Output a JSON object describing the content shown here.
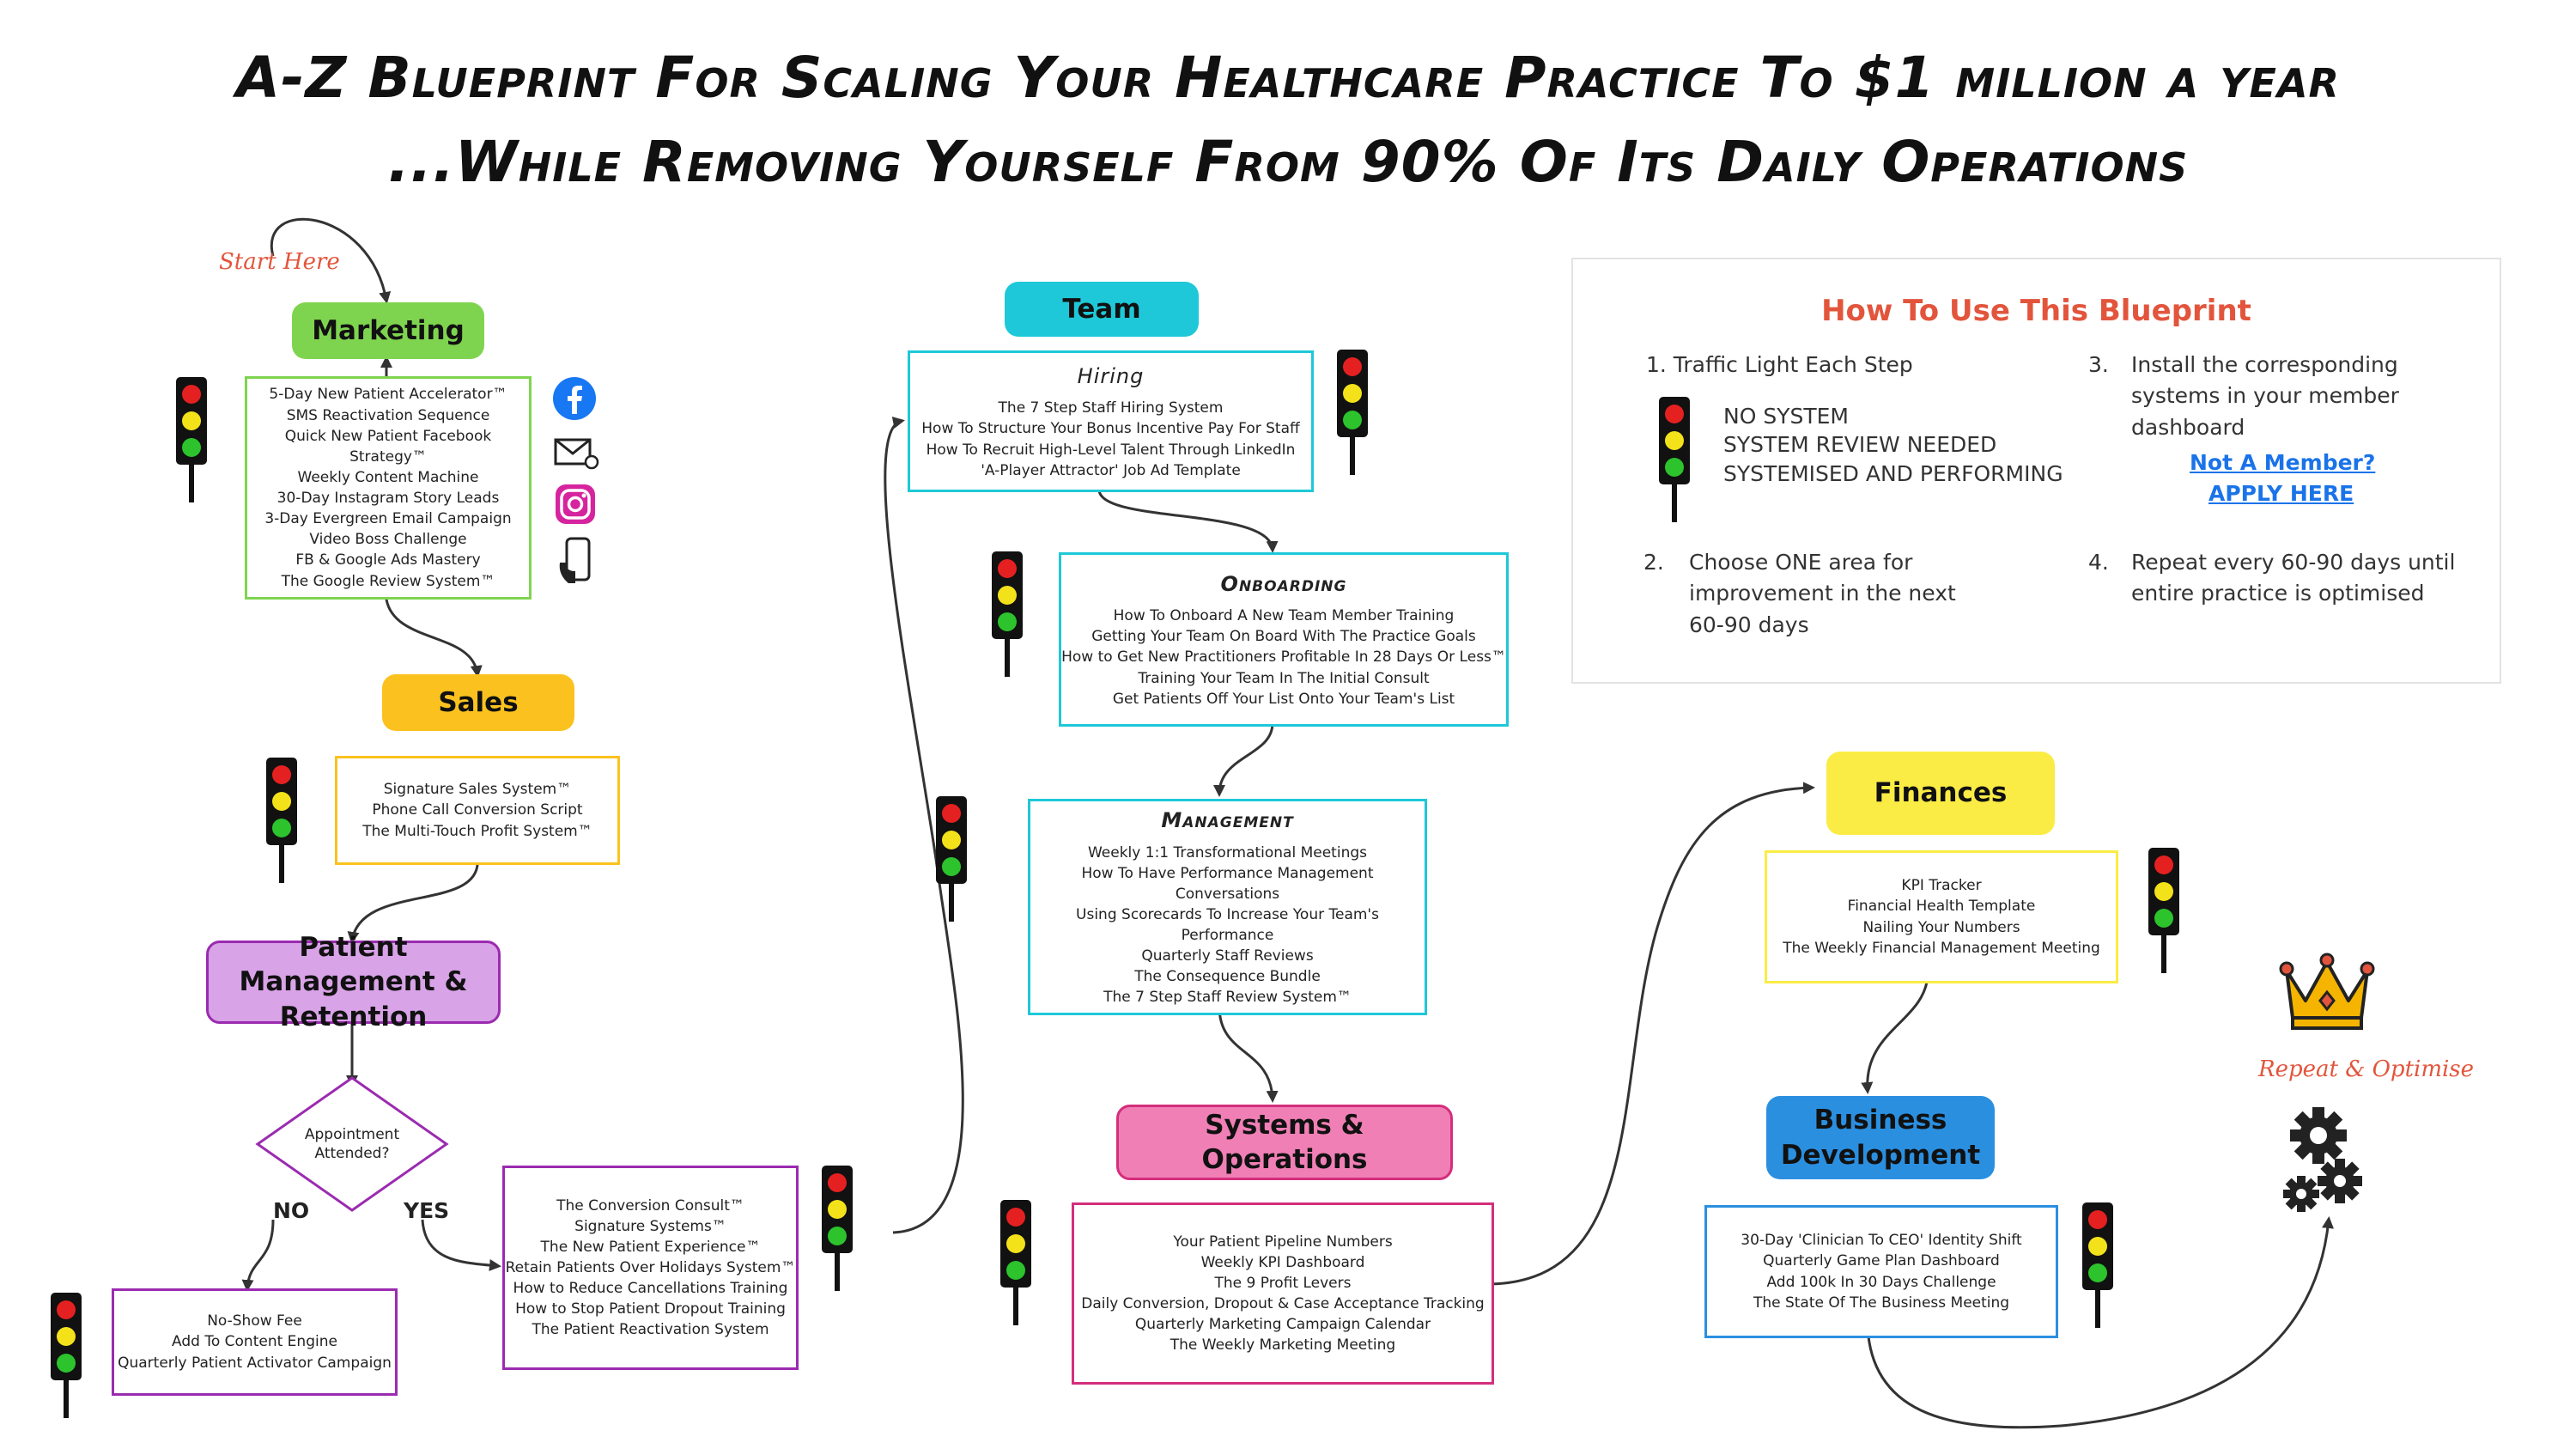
{
  "title": {
    "line1": "A-Z Blueprint For Scaling Your Healthcare Practice To $1 million a year",
    "line2": "...While Removing Yourself From 90% Of Its Daily Operations"
  },
  "annotations": {
    "start_here": "Start Here",
    "repeat_optimise": "Repeat & Optimise"
  },
  "colors": {
    "marketing": "#7fd44f",
    "sales": "#fbc21f",
    "patient": "#d9a3e8",
    "patient_border": "#9b2bb0",
    "team": "#1ec8d8",
    "systems": "#f07fb5",
    "systems_border": "#d42e7c",
    "finances": "#faec45",
    "bizdev": "#2b8fe0",
    "accent": "#e2553c",
    "link": "#1a73e8"
  },
  "marketing": {
    "label": "Marketing",
    "items": [
      "5-Day New Patient Accelerator™",
      "SMS Reactivation Sequence",
      "Quick New Patient Facebook Strategy™",
      "Weekly Content Machine",
      "30-Day Instagram Story Leads",
      "3-Day Evergreen Email Campaign",
      "Video Boss Challenge",
      "FB & Google Ads Mastery",
      "The Google Review System™"
    ],
    "icons": [
      "facebook-icon",
      "email-icon",
      "instagram-icon",
      "phone-icon"
    ]
  },
  "sales": {
    "label": "Sales",
    "items": [
      "Signature Sales System™",
      "Phone Call Conversion Script",
      "The Multi-Touch Profit System™"
    ]
  },
  "patient": {
    "label": "Patient Management & Retention",
    "decision": "Appointment Attended?",
    "no": "NO",
    "yes": "YES",
    "no_items": [
      "No-Show Fee",
      "Add To Content Engine",
      "Quarterly Patient Activator Campaign"
    ],
    "yes_items": [
      "The Conversion Consult™",
      "Signature Systems™",
      "The New Patient Experience™",
      "Retain Patients Over Holidays System™",
      "How to Reduce Cancellations Training",
      "How to Stop Patient Dropout Training",
      "The Patient Reactivation System"
    ]
  },
  "team": {
    "label": "Team",
    "hiring": {
      "heading": "Hiring",
      "items": [
        "The 7 Step Staff Hiring System",
        "How To Structure Your Bonus Incentive Pay For Staff",
        "How To Recruit High-Level Talent Through LinkedIn",
        "'A-Player Attractor' Job Ad Template"
      ]
    },
    "onboarding": {
      "heading": "Onboarding",
      "items": [
        "How To Onboard A New Team Member Training",
        "Getting Your Team On Board With The Practice Goals",
        "How to Get New Practitioners Profitable In 28 Days Or Less™",
        "Training Your Team In The Initial Consult",
        "Get Patients Off Your List Onto Your Team's List"
      ]
    },
    "management": {
      "heading": "Management",
      "items": [
        "Weekly 1:1 Transformational Meetings",
        "How To Have Performance Management Conversations",
        "Using Scorecards To Increase Your Team's Performance",
        "Quarterly Staff Reviews",
        "The Consequence Bundle",
        "The 7 Step Staff Review System™"
      ]
    }
  },
  "systems": {
    "label": "Systems & Operations",
    "items": [
      "Your Patient Pipeline Numbers",
      "Weekly KPI Dashboard",
      "The 9 Profit Levers",
      "Daily Conversion, Dropout & Case Acceptance Tracking",
      "Quarterly Marketing Campaign Calendar",
      "The Weekly Marketing Meeting"
    ]
  },
  "finances": {
    "label": "Finances",
    "items": [
      "KPI Tracker",
      "Financial Health Template",
      "Nailing Your Numbers",
      "The Weekly Financial Management Meeting"
    ]
  },
  "bizdev": {
    "label": "Business Development",
    "items": [
      "30-Day 'Clinician To CEO' Identity Shift",
      "Quarterly Game Plan Dashboard",
      "Add 100k In 30 Days Challenge",
      "The State Of The Business Meeting"
    ]
  },
  "how_to": {
    "title": "How To Use This Blueprint",
    "step1": "1. Traffic Light Each Step",
    "legend": [
      "NO SYSTEM",
      "SYSTEM REVIEW NEEDED",
      "SYSTEMISED AND PERFORMING"
    ],
    "step2_num": "2.",
    "step2": "Choose ONE area for improvement in the next 60-90 days",
    "step3_num": "3.",
    "step3": "Install the corresponding systems in your member dashboard",
    "step4_num": "4.",
    "step4": "Repeat every 60-90 days until entire practice is optimised",
    "not_member": "Not A Member?",
    "apply": "APPLY HERE"
  }
}
